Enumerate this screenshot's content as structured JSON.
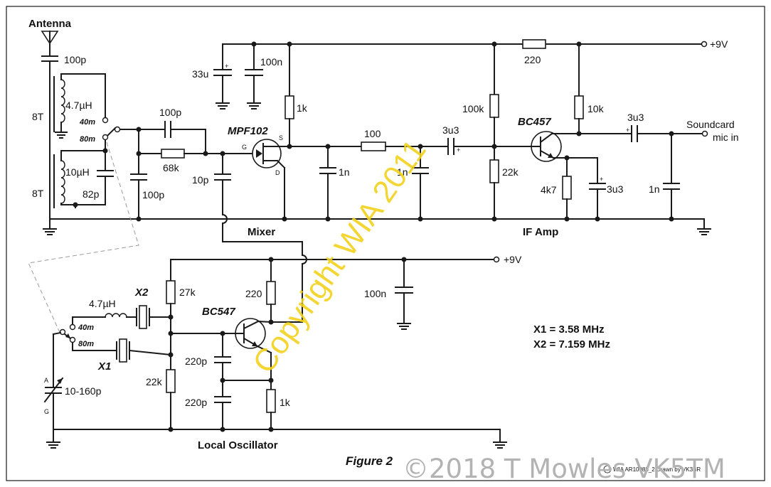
{
  "figure": {
    "caption": "Figure 2",
    "ref_note": "WIA AR10088_2  Drawn by VK3BR",
    "watermark_main": "Copyright WIA 2011",
    "watermark_footer": "©2018 T Mowles VK5TM"
  },
  "sections": {
    "mixer": "Mixer",
    "if_amp": "IF Amp",
    "local_osc": "Local Oscillator"
  },
  "ports": {
    "antenna": "Antenna",
    "supply_top": "+9V",
    "supply_osc": "+9V",
    "output_line1": "Soundcard",
    "output_line2": "mic in"
  },
  "bands": {
    "b40_top": "40m",
    "b80_top": "80m",
    "b40_osc": "40m",
    "b80_osc": "80m"
  },
  "transistors": {
    "mixer": "MPF102",
    "if_amp": "BC457",
    "osc": "BC547"
  },
  "pins": {
    "g": "G",
    "s": "S",
    "d": "D",
    "trimmer_a": "A",
    "trimmer_g": "G"
  },
  "crystals": {
    "x1": "X1",
    "x2": "X2",
    "x1_freq": "X1 = 3.58 MHz",
    "x2_freq": "X2 = 7.159 MHz"
  },
  "components": {
    "c_ant": "100p",
    "l_40m": "4.7µH",
    "turns_40m": "8T",
    "l_80m": "10µH",
    "turns_80m": "8T",
    "c_tank": "82p",
    "c_series": "100p",
    "r_gate": "68k",
    "c_shunt": "100p",
    "c_inj": "10p",
    "c_bulk": "33u",
    "c_decouple": "100n",
    "r_drain": "1k",
    "c_filt1": "1n",
    "r_filt": "100",
    "c_filt2": "1n",
    "c_couple": "3u3",
    "r_bias_top": "100k",
    "r_bias_bot": "22k",
    "r_supply": "220",
    "r_collector": "10k",
    "r_emitter": "4k7",
    "c_emitter": "3u3",
    "c_out": "3u3",
    "c_out_shunt": "1n",
    "r_osc_bias": "27k",
    "r_osc_coll": "220",
    "c_osc_dec": "100n",
    "l_osc": "4.7µH",
    "c_osc_fb1": "220p",
    "c_osc_fb2": "220p",
    "r_osc_base": "22k",
    "r_osc_emit": "1k",
    "c_trimmer": "10-160p"
  }
}
